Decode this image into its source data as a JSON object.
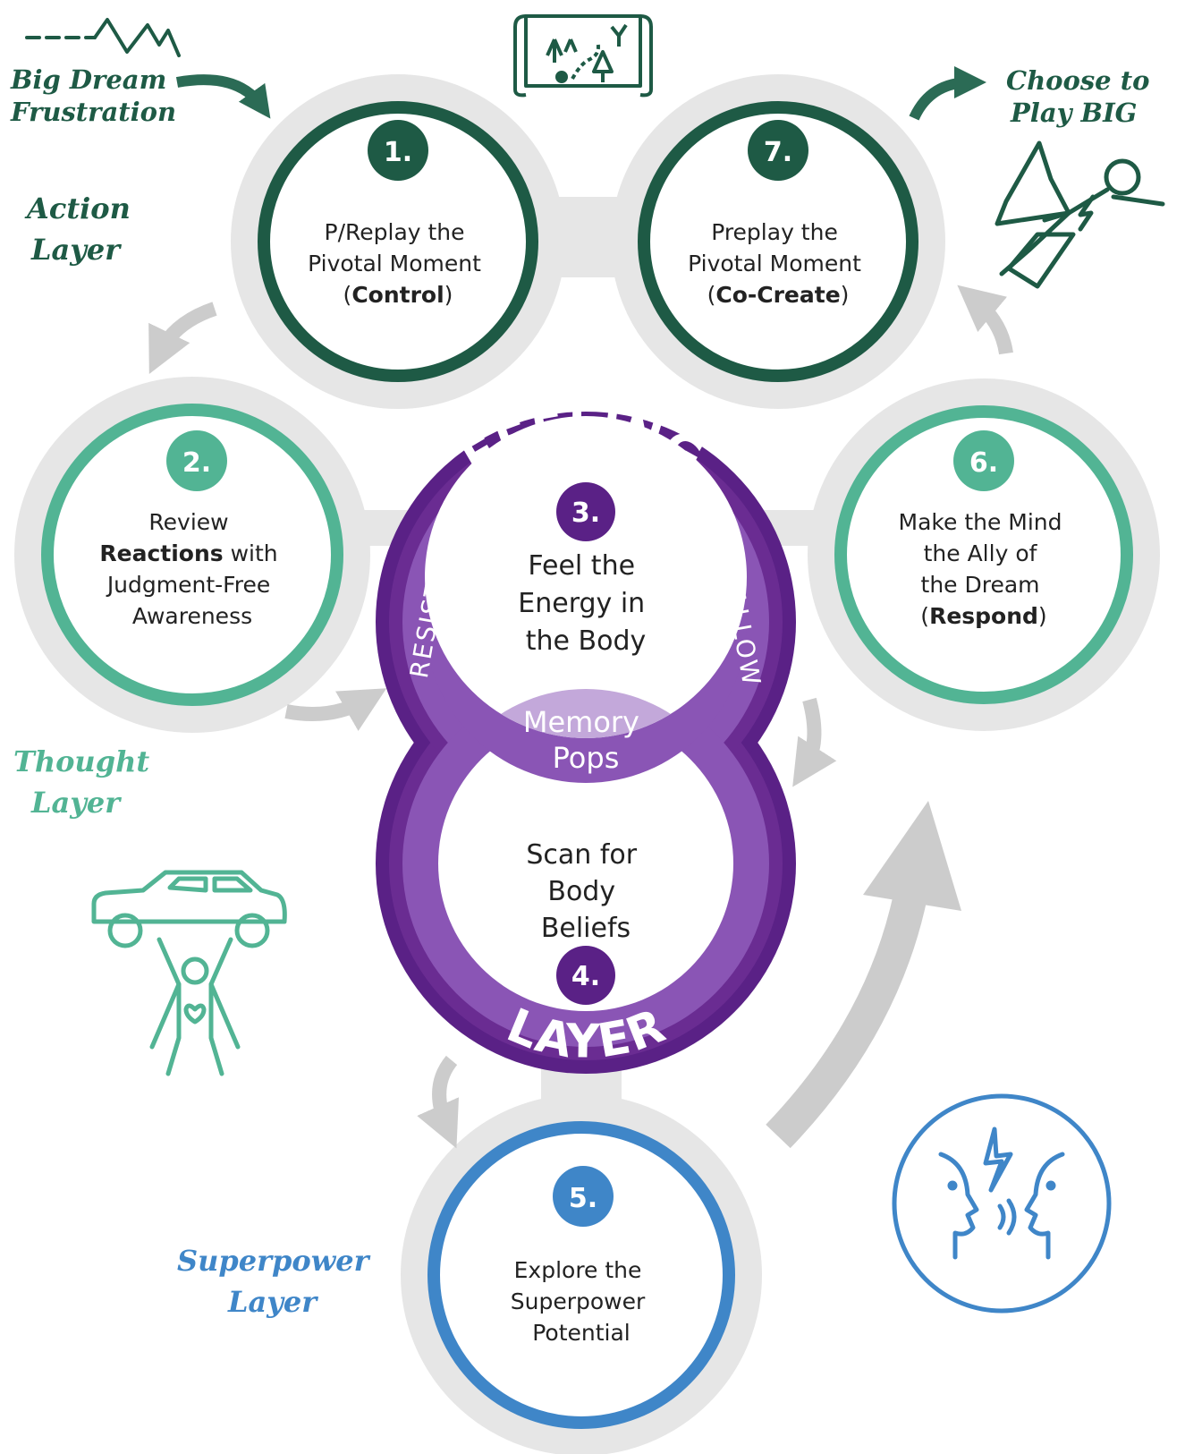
{
  "colors": {
    "dark_green": "#1e5a45",
    "teal": "#52b494",
    "blue": "#3f86c8",
    "purple_dark": "#5a2186",
    "purple_mid": "#6a2c92",
    "purple_light": "#8a55b5",
    "lavender": "#c3a8da",
    "gray_ring": "#e6e6e6",
    "gray_arrow": "#cccccc"
  },
  "layers": {
    "action": [
      "Action",
      "Layer"
    ],
    "thought": [
      "Thought",
      "Layer"
    ],
    "superpower": [
      "Superpower",
      "Layer"
    ]
  },
  "start_label": [
    "Big Dream",
    "Frustration"
  ],
  "end_label": [
    "Choose to",
    "Play BIG"
  ],
  "steps": {
    "s1": {
      "num": "1.",
      "lines": [
        "P/Replay the",
        "Pivotal Moment"
      ],
      "bold_pre": "(",
      "bold": "Control",
      "bold_post": ")"
    },
    "s2": {
      "num": "2.",
      "line1": "Review",
      "line2_bold": "Reactions",
      "line2_rest": " with",
      "line3": "Judgment-Free",
      "line4": "Awareness"
    },
    "s3": {
      "num": "3.",
      "lines": [
        "Feel the",
        "Energy in",
        "the Body"
      ]
    },
    "s4": {
      "num": "4.",
      "lines": [
        "Scan for",
        "Body",
        "Beliefs"
      ]
    },
    "s5": {
      "num": "5.",
      "lines": [
        "Explore the",
        "Superpower",
        "Potential"
      ]
    },
    "s6": {
      "num": "6.",
      "lines": [
        "Make the Mind",
        "the Ally of",
        "the Dream"
      ],
      "bold_pre": "(",
      "bold": "Respond",
      "bold_post": ")"
    },
    "s7": {
      "num": "7.",
      "lines": [
        "Preplay the",
        "Pivotal Moment"
      ],
      "bold_pre": "(",
      "bold": "Co-Create",
      "bold_post": ")"
    }
  },
  "feeling_layer": {
    "top": "FEELING",
    "bottom": "LAYER",
    "left": "RESIST",
    "right": "ALLOW",
    "overlap": [
      "Memory",
      "Pops"
    ]
  },
  "icons": [
    "map-icon",
    "zigzag-frustration-icon",
    "flying-superhero-icon",
    "hero-lifting-car-icon",
    "two-faces-talking-icon"
  ]
}
